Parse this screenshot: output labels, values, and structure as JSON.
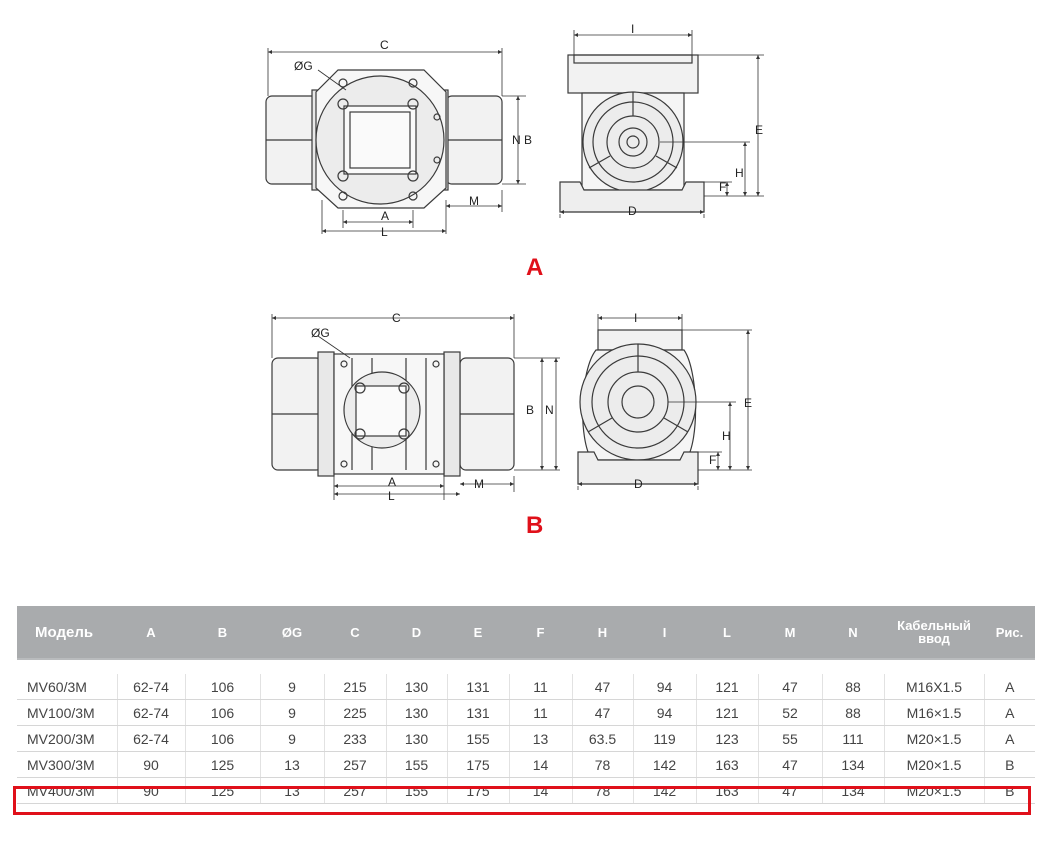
{
  "figures": {
    "a": {
      "label": "A"
    },
    "b": {
      "label": "B"
    }
  },
  "dimension_labels": {
    "C": "C",
    "G": "ØG",
    "N": "N",
    "B": "B",
    "A": "A",
    "L": "L",
    "M": "M",
    "I": "I",
    "E": "E",
    "H": "H",
    "F": "F",
    "D": "D"
  },
  "table": {
    "headers": [
      "Модель",
      "A",
      "B",
      "ØG",
      "C",
      "D",
      "E",
      "F",
      "H",
      "I",
      "L",
      "M",
      "N",
      "Кабельный ввод",
      "Рис."
    ],
    "rows": [
      [
        "MV60/3M",
        "62-74",
        "106",
        "9",
        "215",
        "130",
        "131",
        "11",
        "47",
        "94",
        "121",
        "47",
        "88",
        "M16X1.5",
        "A"
      ],
      [
        "MV100/3M",
        "62-74",
        "106",
        "9",
        "225",
        "130",
        "131",
        "11",
        "47",
        "94",
        "121",
        "52",
        "88",
        "M16×1.5",
        "A"
      ],
      [
        "MV200/3M",
        "62-74",
        "106",
        "9",
        "233",
        "130",
        "155",
        "13",
        "63.5",
        "119",
        "123",
        "55",
        "111",
        "M20×1.5",
        "A"
      ],
      [
        "MV300/3M",
        "90",
        "125",
        "13",
        "257",
        "155",
        "175",
        "14",
        "78",
        "142",
        "163",
        "47",
        "134",
        "M20×1.5",
        "B"
      ],
      [
        "MV400/3M",
        "90",
        "125",
        "13",
        "257",
        "155",
        "175",
        "14",
        "78",
        "142",
        "163",
        "47",
        "134",
        "M20×1.5",
        "B"
      ]
    ],
    "highlighted_row": 4
  },
  "colors": {
    "accent": "#e0101a",
    "header_bg": "#a9abad",
    "line": "#3a3a3a"
  }
}
